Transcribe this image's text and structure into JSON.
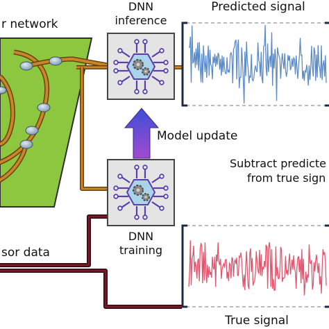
{
  "labels": {
    "sensor_network": "r network",
    "dnn_inference_line1": "DNN",
    "dnn_inference_line2": "inference",
    "predicted_signal": "Predicted signal",
    "model_update": "Model update",
    "subtract_line1": "Subtract predicte",
    "subtract_line2": "from true sign",
    "sensor_data": "sor data",
    "dnn_training_line1": "DNN",
    "dnn_training_line2": "training",
    "true_signal": "True signal"
  },
  "colors": {
    "network_green": "#8dc63f",
    "network_edge": "#2e2e2e",
    "pipe_orange": "#c8882a",
    "pipe_dark": "#6b3f12",
    "data_wire": "#7a1a28",
    "predicted_wave": "#5b8cc8",
    "true_wave": "#e0566e",
    "bracket": "#1e2a40",
    "box_fill": "#e4e4e4",
    "box_border": "#444444",
    "arrow_top": "#3b4fd6",
    "arrow_bottom": "#a24ad0",
    "chip_purple": "#5a3fa8",
    "chip_hex": "#a9d4ec",
    "node_blue": "#9fb9cf"
  },
  "icons": {
    "inference_chip": "neural-chip-gears-icon",
    "training_chip": "neural-chip-gears-icon",
    "update_arrow": "arrow-up-icon"
  },
  "waveforms": {
    "predicted": {
      "samples": 170,
      "amplitude": 0.42,
      "seed": 7
    },
    "true": {
      "samples": 170,
      "amplitude": 0.44,
      "seed": 19
    }
  }
}
